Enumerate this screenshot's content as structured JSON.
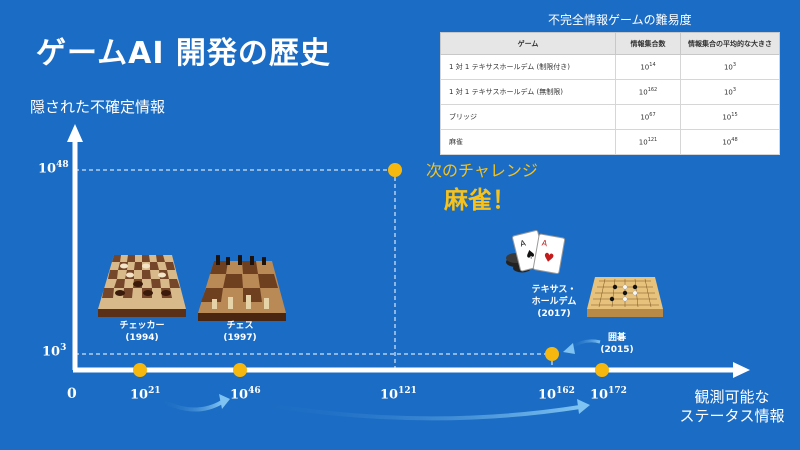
{
  "title": "ゲームAI 開発の歴史",
  "y_axis_label": "隠された不確定情報",
  "x_axis_label": [
    "観測可能な",
    "ステータス情報"
  ],
  "origin_label": "0",
  "x_ticks": [
    {
      "base": "10",
      "exp": "21"
    },
    {
      "base": "10",
      "exp": "46"
    },
    {
      "base": "10",
      "exp": "121"
    },
    {
      "base": "10",
      "exp": "162"
    },
    {
      "base": "10",
      "exp": "172"
    }
  ],
  "y_ticks": [
    {
      "base": "10",
      "exp": "48"
    },
    {
      "base": "10",
      "exp": "3"
    }
  ],
  "games": [
    {
      "name": "チェッカー",
      "year": "(1994)"
    },
    {
      "name": "チェス",
      "year": "(1997)"
    },
    {
      "name": "テキサス・ホールデム",
      "name_lines": [
        "テキサス・",
        "ホールデム"
      ],
      "year": "(2017)"
    },
    {
      "name": "囲碁",
      "year": "(2015)"
    }
  ],
  "challenge": {
    "line1": "次のチャレンジ",
    "line2": "麻雀！"
  },
  "table": {
    "title": "不完全情報ゲームの難易度",
    "headers": [
      "ゲーム",
      "情報集合数",
      "情報集合の平均的な大きさ"
    ],
    "rows": [
      {
        "game": "1 対 1 テキサスホールデム (制限付き)",
        "sets_base": "10",
        "sets_exp": "14",
        "size_base": "10",
        "size_exp": "3"
      },
      {
        "game": "1 対 1 テキサスホールデム (無制限)",
        "sets_base": "10",
        "sets_exp": "162",
        "size_base": "10",
        "size_exp": "3"
      },
      {
        "game": "ブリッジ",
        "sets_base": "10",
        "sets_exp": "67",
        "size_base": "10",
        "size_exp": "15"
      },
      {
        "game": "麻雀",
        "sets_base": "10",
        "sets_exp": "121",
        "size_base": "10",
        "size_exp": "48"
      }
    ]
  },
  "colors": {
    "background": "#1b6cc4",
    "marker": "#f6b80f",
    "challenge_text": "#f6c21b",
    "axis": "#ffffff"
  }
}
